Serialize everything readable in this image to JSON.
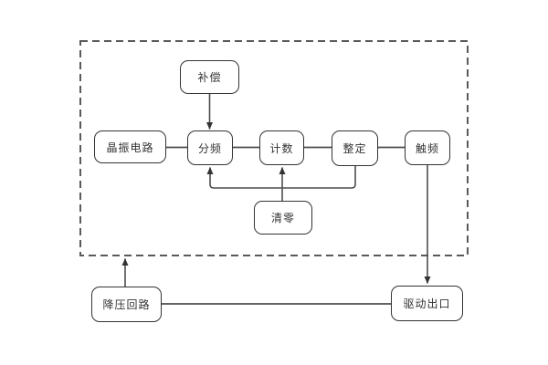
{
  "diagram": {
    "blocks": {
      "compensation": {
        "label": "补偿"
      },
      "crystal_oscillator": {
        "label": "晶振电路"
      },
      "frequency_divider": {
        "label": "分频"
      },
      "counter": {
        "label": "计数"
      },
      "setting": {
        "label": "整定"
      },
      "trigger_frequency": {
        "label": "触频"
      },
      "reset": {
        "label": "清零"
      },
      "step_down_circuit": {
        "label": "降压回路"
      },
      "drive_output": {
        "label": "驱动出口"
      }
    },
    "connections": [
      "compensation -> frequency_divider (arrow down)",
      "crystal_oscillator - frequency_divider (line)",
      "frequency_divider - counter (line)",
      "counter - setting (line)",
      "setting - trigger_frequency (line)",
      "setting -> frequency_divider (feedback: down, left, arrow up)",
      "reset -> counter (arrow up)",
      "trigger_frequency -> drive_output (arrow down, crosses dashed boundary)",
      "step_down_circuit -> dashed boundary (arrow up)",
      "step_down_circuit - drive_output (line)"
    ],
    "colors": {
      "background": "#ffffff",
      "block_border": "#333333",
      "block_fill": "#ffffff",
      "text": "#333333",
      "wire": "#4d4d4d",
      "dashed_boundary": "#5a5a5a"
    }
  }
}
